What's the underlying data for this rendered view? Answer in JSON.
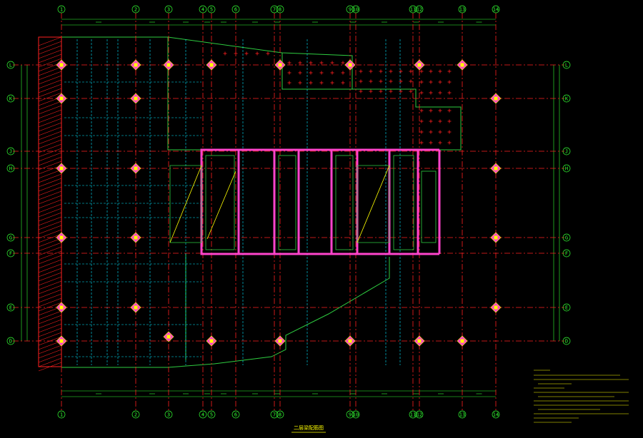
{
  "drawing": {
    "title": "二层梁配筋图",
    "colors": {
      "background": "#000000",
      "axis_red": "#ff2020",
      "dim_green": "#33ff33",
      "wall_magenta": "#ff44cc",
      "beam_cyan": "#00e5ff",
      "note_yellow": "#ffff00",
      "slab_green": "#2ecc40"
    }
  },
  "axes": {
    "columns": [
      {
        "label": "1"
      },
      {
        "label": "2"
      },
      {
        "label": "3"
      },
      {
        "label": "4"
      },
      {
        "label": "5"
      },
      {
        "label": "6"
      },
      {
        "label": "7"
      },
      {
        "label": "8"
      },
      {
        "label": "9"
      },
      {
        "label": "10"
      },
      {
        "label": "11"
      },
      {
        "label": "12"
      },
      {
        "label": "13"
      },
      {
        "label": "14"
      }
    ],
    "rows": [
      {
        "label": "L"
      },
      {
        "label": "K"
      },
      {
        "label": "J"
      },
      {
        "label": "H"
      },
      {
        "label": "G"
      },
      {
        "label": "F"
      },
      {
        "label": "E"
      },
      {
        "label": "D"
      }
    ]
  },
  "icons": {
    "column_marker": "square-column-icon",
    "axis_bubble": "axis-bubble-icon"
  }
}
